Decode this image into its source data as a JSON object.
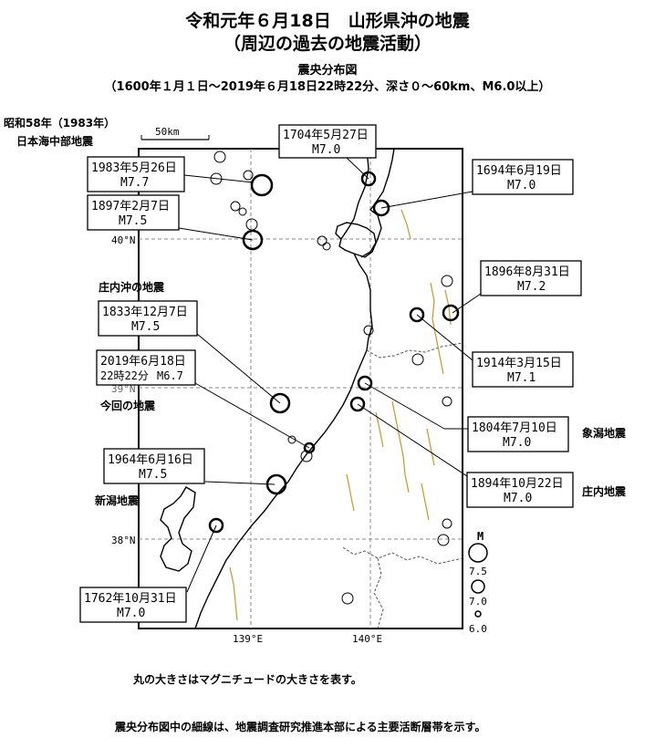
{
  "title_main": "令和元年６月18日　山形県沖の地震",
  "title_sub": "（周辺の過去の地震活動）",
  "map_title": "震央分布図",
  "map_range": "（1600年１月１日～2019年６月18日22時22分、深さ０～60km、M6.0以上）",
  "scale_label": "50km",
  "lat_labels": [
    "40°N",
    "39°N",
    "38°N"
  ],
  "lon_labels": [
    "139°E",
    "140°E"
  ],
  "legend": {
    "title": "M",
    "m75": "7.5",
    "m70": "7.0",
    "m60": "6.0"
  },
  "side_labels": {
    "nihonkai_1": "昭和58年（1983年）",
    "nihonkai_2": "日本海中部地震",
    "shonai_oki": "庄内沖の地震",
    "konkai": "今回の地震",
    "niigata": "新潟地震",
    "kisakata": "象潟地震",
    "shonai": "庄内地震"
  },
  "events": [
    {
      "date": "1704年5月27日",
      "mag": "M7.0",
      "m": 7.0
    },
    {
      "date": "1983年5月26日",
      "mag": "M7.7",
      "m": 7.7
    },
    {
      "date": "1694年6月19日",
      "mag": "M7.0",
      "m": 7.0
    },
    {
      "date": "1897年2月7日",
      "mag": "M7.5",
      "m": 7.5
    },
    {
      "date": "1896年8月31日",
      "mag": "M7.2",
      "m": 7.2
    },
    {
      "date": "1833年12月7日",
      "mag": "M7.5",
      "m": 7.5
    },
    {
      "date": "1914年3月15日",
      "mag": "M7.1",
      "m": 7.1
    },
    {
      "date": "2019年6月18日",
      "date2": "22時22分",
      "mag": "M6.7",
      "m": 6.7
    },
    {
      "date": "1804年7月10日",
      "mag": "M7.0",
      "m": 7.0
    },
    {
      "date": "1964年6月16日",
      "mag": "M7.5",
      "m": 7.5
    },
    {
      "date": "1894年10月22日",
      "mag": "M7.0",
      "m": 7.0
    },
    {
      "date": "1762年10月31日",
      "mag": "M7.0",
      "m": 7.0
    }
  ],
  "note1": "丸の大きさはマグニチュードの大きさを表す。",
  "note2": "震央分布図中の細線は、地震調査研究推進本部による主要活断層帯を示す。"
}
